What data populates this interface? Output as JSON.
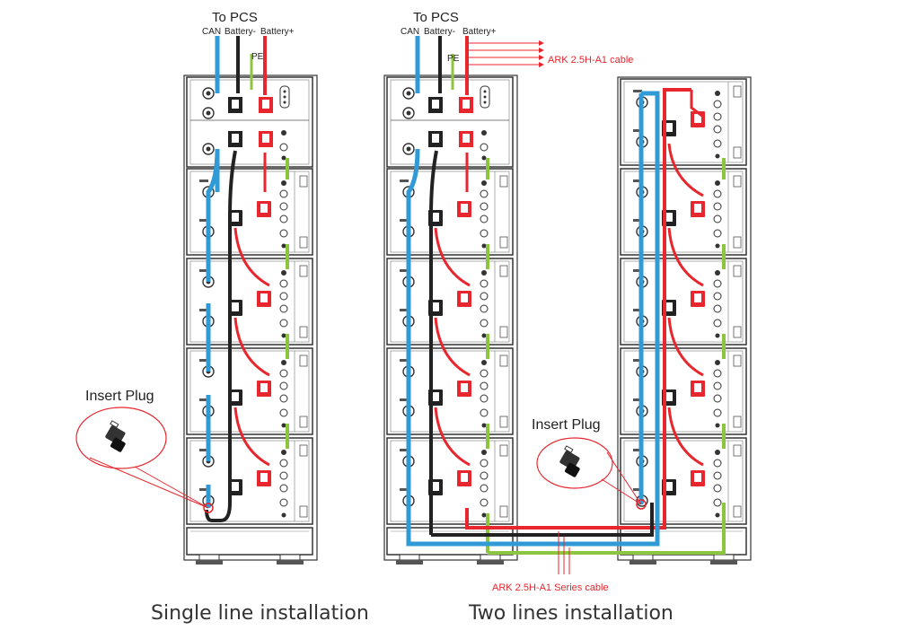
{
  "left": {
    "to_pcs": "To PCS",
    "can": "CAN",
    "battery_minus": "Battery-",
    "battery_plus": "Battery+",
    "pe": "PE",
    "insert_plug": "Insert Plug",
    "caption": "Single line installation"
  },
  "right": {
    "to_pcs": "To PCS",
    "can": "CAN",
    "battery_minus": "Battery-",
    "battery_plus": "Battery+",
    "pe": "PE",
    "ark_cable": "ARK 2.5H-A1 cable",
    "ark_series_cable": "ARK 2.5H-A1 Series cable",
    "insert_plug": "Insert Plug",
    "caption": "Two lines installation"
  },
  "colors": {
    "can": "#2f9ad6",
    "battery_minus": "#222222",
    "battery_plus": "#e8262d",
    "pe": "#8cc63f",
    "frame": "#333333"
  }
}
